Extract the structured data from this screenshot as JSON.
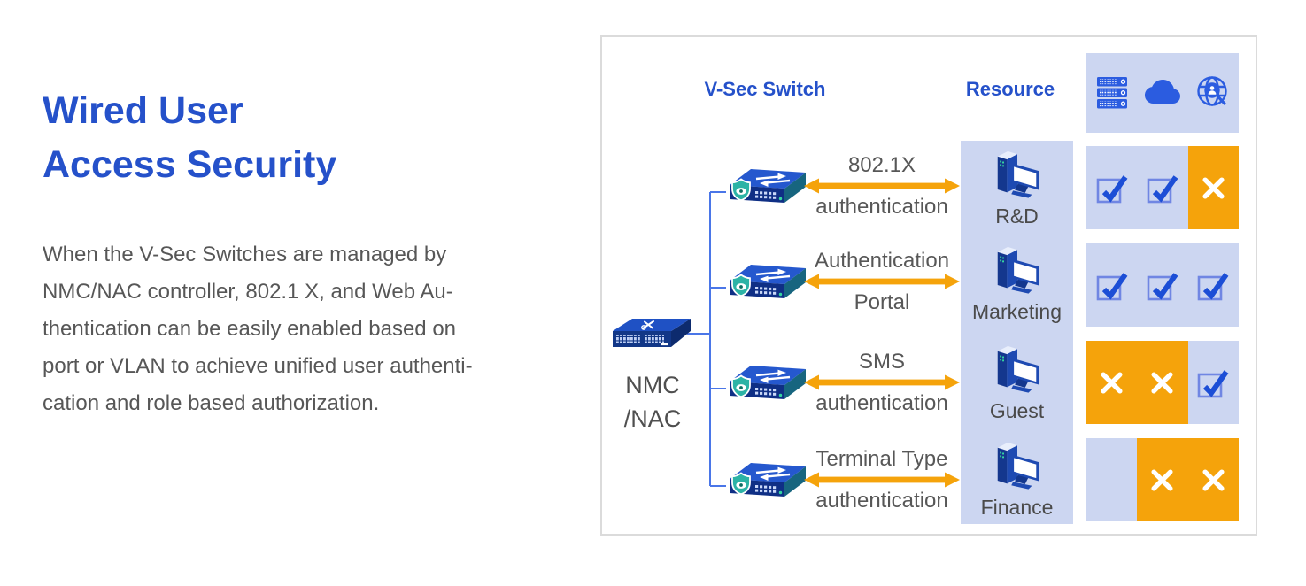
{
  "colors": {
    "accent_blue": "#2551CA",
    "icon_blue": "#2B5CE0",
    "light_blue_panel": "#CCD6F1",
    "orange": "#F5A30B",
    "body_text_gray": "#575757",
    "label_gray": "#4F4F4F",
    "connector_blue": "#4A76E8",
    "panel_border_gray": "#DBDBDB",
    "shield_teal": "#2CB3A6"
  },
  "intro": {
    "title_lines": [
      "Wired User",
      "Access Security"
    ],
    "paragraph_lines": [
      "When the V-Sec Switches are managed by",
      "NMC/NAC controller, 802.1 X, and Web Au-",
      "thentication can be easily enabled based on",
      "port or VLAN to achieve unified user authenti-",
      "cation and role based authorization."
    ]
  },
  "diagram": {
    "header_switch": "V-Sec Switch",
    "header_resource": "Resource",
    "controller": {
      "label_line1": "NMC",
      "label_line2": "/NAC"
    },
    "top_icons": [
      "server-rack-icon",
      "cloud-icon",
      "globe-user-search-icon"
    ],
    "rows": [
      {
        "auth_line1": "802.1X",
        "auth_line2": "authentication",
        "resource": "R&D",
        "access": [
          "check",
          "check",
          "cross"
        ]
      },
      {
        "auth_line1": "Authentication",
        "auth_line2": "Portal",
        "resource": "Marketing",
        "access": [
          "check",
          "check",
          "check"
        ]
      },
      {
        "auth_line1": "SMS",
        "auth_line2": "authentication",
        "resource": "Guest",
        "access": [
          "cross",
          "cross",
          "check"
        ]
      },
      {
        "auth_line1": "Terminal Type",
        "auth_line2": "authentication",
        "resource": "Finance",
        "access": [
          "empty",
          "cross",
          "cross"
        ]
      }
    ]
  }
}
